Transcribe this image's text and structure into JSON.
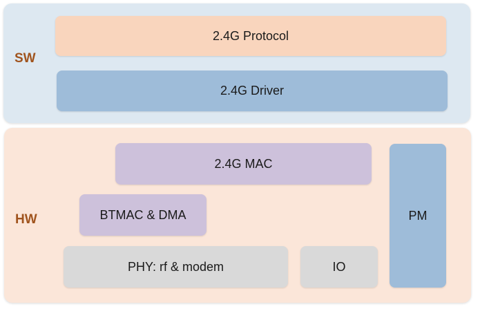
{
  "layers": {
    "sw": {
      "label": "SW",
      "color": "#dde8f1"
    },
    "hw": {
      "label": "HW",
      "color": "#fbe6d9"
    }
  },
  "label_color": "#a0541e",
  "blocks": {
    "protocol": {
      "label": "2.4G Protocol",
      "color": "#f9d5bd"
    },
    "driver": {
      "label": "2.4G Driver",
      "color": "#9ebcd9"
    },
    "mac": {
      "label": "2.4G MAC",
      "color": "#cdc1db"
    },
    "btmac_dma": {
      "label": "BTMAC & DMA",
      "color": "#cdc1db"
    },
    "phy": {
      "label": "PHY: rf & modem",
      "color": "#d9d9d9"
    },
    "io": {
      "label": "IO",
      "color": "#d9d9d9"
    },
    "pm": {
      "label": "PM",
      "color": "#9ebcd9"
    }
  }
}
